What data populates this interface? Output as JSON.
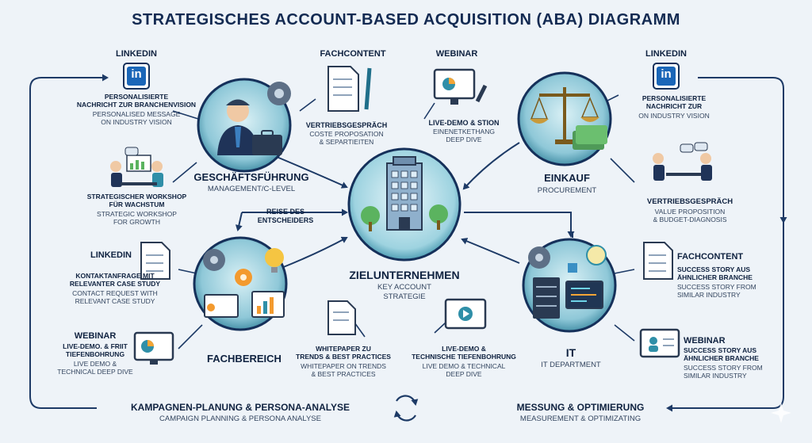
{
  "title": "STRATEGISCHES ACCOUNT-BASED ACQUISITION (ABA) DIAGRAMM",
  "colors": {
    "navy": "#15305a",
    "teal": "#2f8fa8",
    "accent": "#f2a531"
  },
  "center": {
    "title": "ZIELUNTERNEHMEN",
    "line1": "KEY ACCOUNT",
    "line2": "STRATEGIE"
  },
  "journey": {
    "line1": "REISE DES",
    "line2": "ENTSCHEIDERS"
  },
  "nodes": {
    "management": {
      "title": "GESCHÄFTSFÜHRUNG",
      "subtitle": "MANAGEMENT/C-LEVEL"
    },
    "procurement": {
      "title": "EINKAUF",
      "subtitle": "PROCUREMENT"
    },
    "department": {
      "title": "FACHBEREICH",
      "subtitle": ""
    },
    "it": {
      "title": "IT",
      "subtitle": "IT DEPARTMENT"
    }
  },
  "items": {
    "li1": {
      "head": "LINKEDIN",
      "l1": "PERSONALISIERTE",
      "l2": "NACHRICHT ZUR BRANCHENVISION",
      "l3": "PERSONALISED MESSAGE",
      "l4": "ON INDUSTRY VISION"
    },
    "fc1": {
      "head": "FACHCONTENT"
    },
    "vg1": {
      "l1": "VERTRIEBSGESPRÄCH",
      "l2": "COSTE PROPOSATION",
      "l3": "& SEPARTIEITEN"
    },
    "wb1": {
      "head": "WEBINAR",
      "l1": "LIVE-DEMO & STION",
      "l2": "EINENETKETHANG",
      "l3": "DEEP DIVE"
    },
    "li2": {
      "head": "LINKEDIN",
      "l1": "PERSONALISIERTE",
      "l2": "NACHRICHT ZUR",
      "l3": "ON INDUSTRY VISION"
    },
    "sw": {
      "l1": "STRATEGISCHER WORKSHOP",
      "l2": "FÜR WACHSTUM",
      "l3": "STRATEGIC WORKSHOP",
      "l4": "FOR GROWTH"
    },
    "vg2": {
      "l1": "VERTRIEBSGESPRÄCH",
      "l2": "VALUE PROPOSITION",
      "l3": "& BUDGET-DIAGNOSIS"
    },
    "li3": {
      "head": "LINKEDIN",
      "l1": "KONTAKTANFRAGE MIT",
      "l2": "RELEVANTER CASE STUDY",
      "l3": "CONTACT REQUEST WITH",
      "l4": "RELEVANT CASE STUDY"
    },
    "fc2": {
      "head": "FACHCONTENT",
      "l1": "SUCCESS STORY AUS",
      "l2": "ÄHNLICHER BRANCHE",
      "l3": "SUCCESS STORY FROM",
      "l4": "SIMILAR INDUSTRY"
    },
    "wb2": {
      "head": "WEBINAR",
      "l1": "LIVE-DEMO. & FRIIT",
      "l2": "TIEFENBOHRUNG",
      "l3": "LIVE DEMO &",
      "l4": "TECHNICAL DEEP DIVE"
    },
    "wp": {
      "l1": "WHITEPAPER ZU",
      "l2": "TRENDS & BEST PRACTICES",
      "l3": "WHITEPAPER ON TRENDS",
      "l4": "& BEST PRACTICES"
    },
    "ld": {
      "l1": "LIVE-DEMO &",
      "l2": "TECHNISCHE TIEFENBOHRUNG",
      "l3": "LIVE DEMO & TECHNICAL",
      "l4": "DEEP DIVE"
    },
    "wb3": {
      "head": "WEBINAR",
      "l1": "SUCCESS STORY AUS",
      "l2": "ÄHNLICHER BRANCHE",
      "l3": "SUCCESS STORY FROM",
      "l4": "SIMILAR INDUSTRY"
    }
  },
  "footer": {
    "planning": {
      "title": "KAMPAGNEN-PLANUNG & PERSONA-ANALYSE",
      "subtitle": "CAMPAIGN PLANNING & PERSONA ANALYSE"
    },
    "measure": {
      "title": "MESSUNG & OPTIMIERUNG",
      "subtitle": "MEASUREMENT & OPTIMIZATING"
    }
  },
  "icons": {
    "linkedin": "in"
  }
}
